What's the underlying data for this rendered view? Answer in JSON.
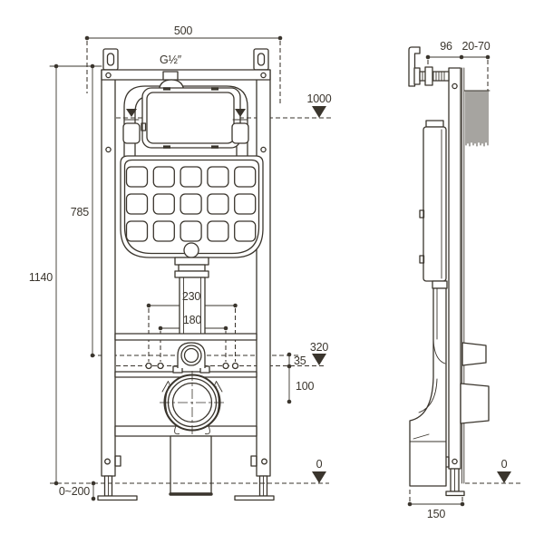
{
  "drawing": {
    "subject": "wall-hung WC concealed cistern installation frame — dimensioned technical drawing",
    "ink_color": "#3a352d",
    "background_color": "#ffffff",
    "front_view": {
      "labels": {
        "dim_width": "500",
        "thread_label": "G½″",
        "level_1000": "1000",
        "dim_785": "785",
        "dim_1140": "1140",
        "dim_230": "230",
        "dim_180": "180",
        "level_320": "320",
        "dim_35": "35",
        "dim_100": "100",
        "leg_range": "0~200",
        "level_floor": "0"
      }
    },
    "side_view": {
      "labels": {
        "dim_96": "96",
        "wall_range": "20-70",
        "dim_150": "150",
        "level_floor": "0"
      }
    }
  }
}
